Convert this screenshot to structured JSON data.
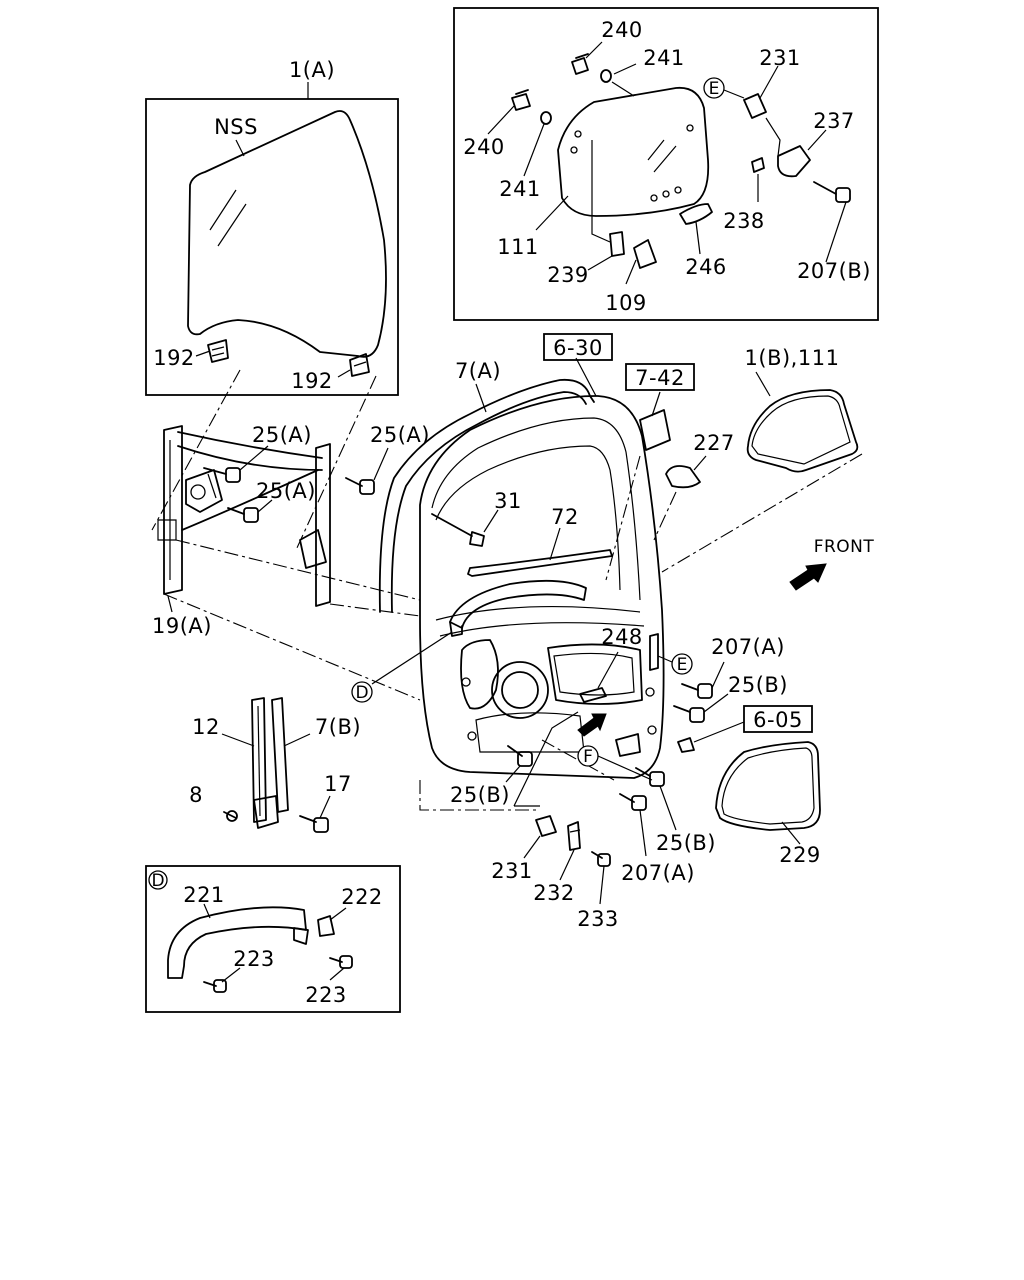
{
  "labels": {
    "l_1a": "1(A)",
    "l_nss": "NSS",
    "l_192a": "192",
    "l_192b": "192",
    "l_25a_1": "25(A)",
    "l_25a_2": "25(A)",
    "l_25a_3": "25(A)",
    "l_19a": "19(A)",
    "l_7a": "7(A)",
    "l_31": "31",
    "l_72": "72",
    "l_240a": "240",
    "l_241a": "241",
    "l_240b": "240",
    "l_241b": "241",
    "l_111": "111",
    "l_239": "239",
    "l_109": "109",
    "l_246": "246",
    "l_231a": "231",
    "l_237": "237",
    "l_238": "238",
    "l_207b": "207(B)",
    "l_1b111": "1(B),111",
    "l_227": "227",
    "l_front": "FRONT",
    "l_248": "248",
    "l_207a_1": "207(A)",
    "l_25b_1": "25(B)",
    "l_25b_2": "25(B)",
    "l_25b_3": "25(B)",
    "l_12": "12",
    "l_7b": "7(B)",
    "l_8": "8",
    "l_17": "17",
    "l_231b": "231",
    "l_232": "232",
    "l_233": "233",
    "l_207a_2": "207(A)",
    "l_229": "229",
    "l_221": "221",
    "l_222": "222",
    "l_223a": "223",
    "l_223b": "223"
  },
  "references": {
    "ref_630": "6-30",
    "ref_742": "7-42",
    "ref_605": "6-05"
  },
  "callouts": {
    "c_d": "D",
    "c_e1": "E",
    "c_e2": "E",
    "c_f": "F",
    "c_d_box": "D"
  }
}
